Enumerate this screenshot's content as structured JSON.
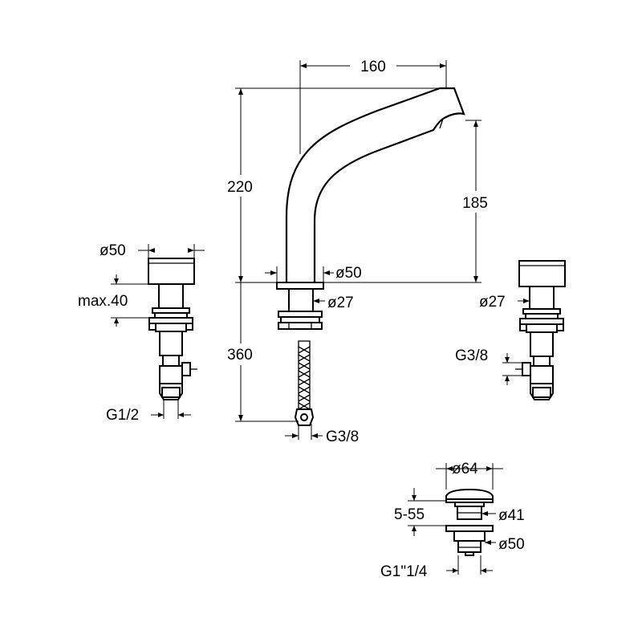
{
  "dimensions": {
    "spout_reach": "160",
    "spout_height": "220",
    "spout_outlet_height": "185",
    "spout_base_dia": "ø50",
    "spout_shank_dia": "ø27",
    "spout_below_deck": "360",
    "spout_hose_thread": "G3/8",
    "left_handle_dia": "ø50",
    "left_deck_thickness": "max.40",
    "left_thread": "G1/2",
    "right_shank_dia": "ø27",
    "right_thread": "G3/8",
    "waste_top_dia": "ø64",
    "waste_range": "5-55",
    "waste_body_dia": "ø41",
    "waste_nut_dia": "ø50",
    "waste_thread": "G1\"1/4"
  }
}
